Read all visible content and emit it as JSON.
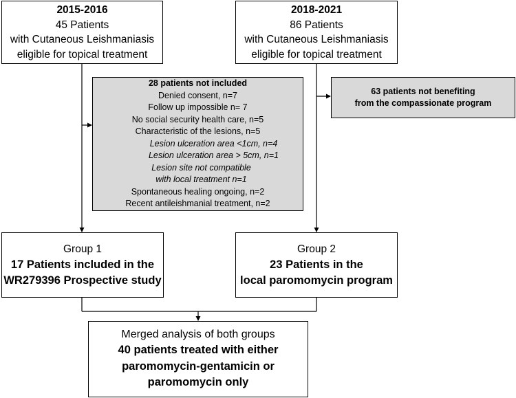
{
  "left_cohort": {
    "period": "2015-2016",
    "count": "45 Patients",
    "line2": "with Cutaneous Leishmaniasis",
    "line3": "eligible for topical treatment"
  },
  "right_cohort": {
    "period": "2018-2021",
    "count": "86 Patients",
    "line2": "with Cutaneous Leishmaniasis",
    "line3": "eligible for topical treatment"
  },
  "excluded_left": {
    "title": "28 patients not included",
    "items": [
      "Denied consent, n=7",
      "Follow up impossible n= 7",
      "No social security health care, n=5",
      "Characteristic of the lesions, n=5"
    ],
    "sub_items": [
      "Lesion ulceration area <1cm, n=4",
      "Lesion ulceration area > 5cm, n=1",
      "Lesion site not compatible",
      "with local treatment n=1"
    ],
    "items_after": [
      "Spontaneous healing ongoing, n=2",
      "Recent antileishmanial treatment, n=2"
    ]
  },
  "excluded_right": {
    "line1": "63 patients not benefiting",
    "line2": "from the compassionate program"
  },
  "group1": {
    "label": "Group 1",
    "line1": "17 Patients included in the",
    "line2": "WR279396 Prospective study"
  },
  "group2": {
    "label": "Group 2",
    "line1": "23 Patients in the",
    "line2": "local paromomycin program"
  },
  "merged": {
    "label": "Merged analysis of both groups",
    "line1": "40 patients treated with either",
    "line2": "paromomycin-gentamicin or",
    "line3": "paromomycin only"
  },
  "colors": {
    "border": "#000000",
    "grey_fill": "#d9d9d9",
    "white_fill": "#ffffff"
  }
}
